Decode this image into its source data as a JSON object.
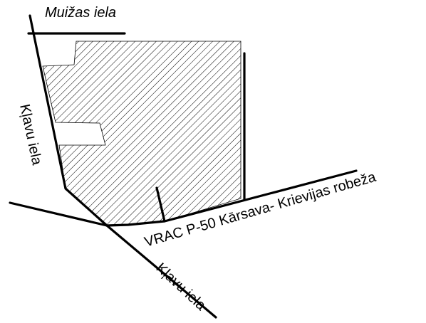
{
  "map": {
    "colors": {
      "background": "#ffffff",
      "line": "#000000",
      "hatch": "#000000"
    },
    "labels": {
      "muizas": "Muižas iela",
      "klavu_upper": "Kļavu iela",
      "klavu_lower": "Kļavu iela",
      "vrac": "VRAC P-50 Kārsava- Krievijas robeža"
    }
  }
}
